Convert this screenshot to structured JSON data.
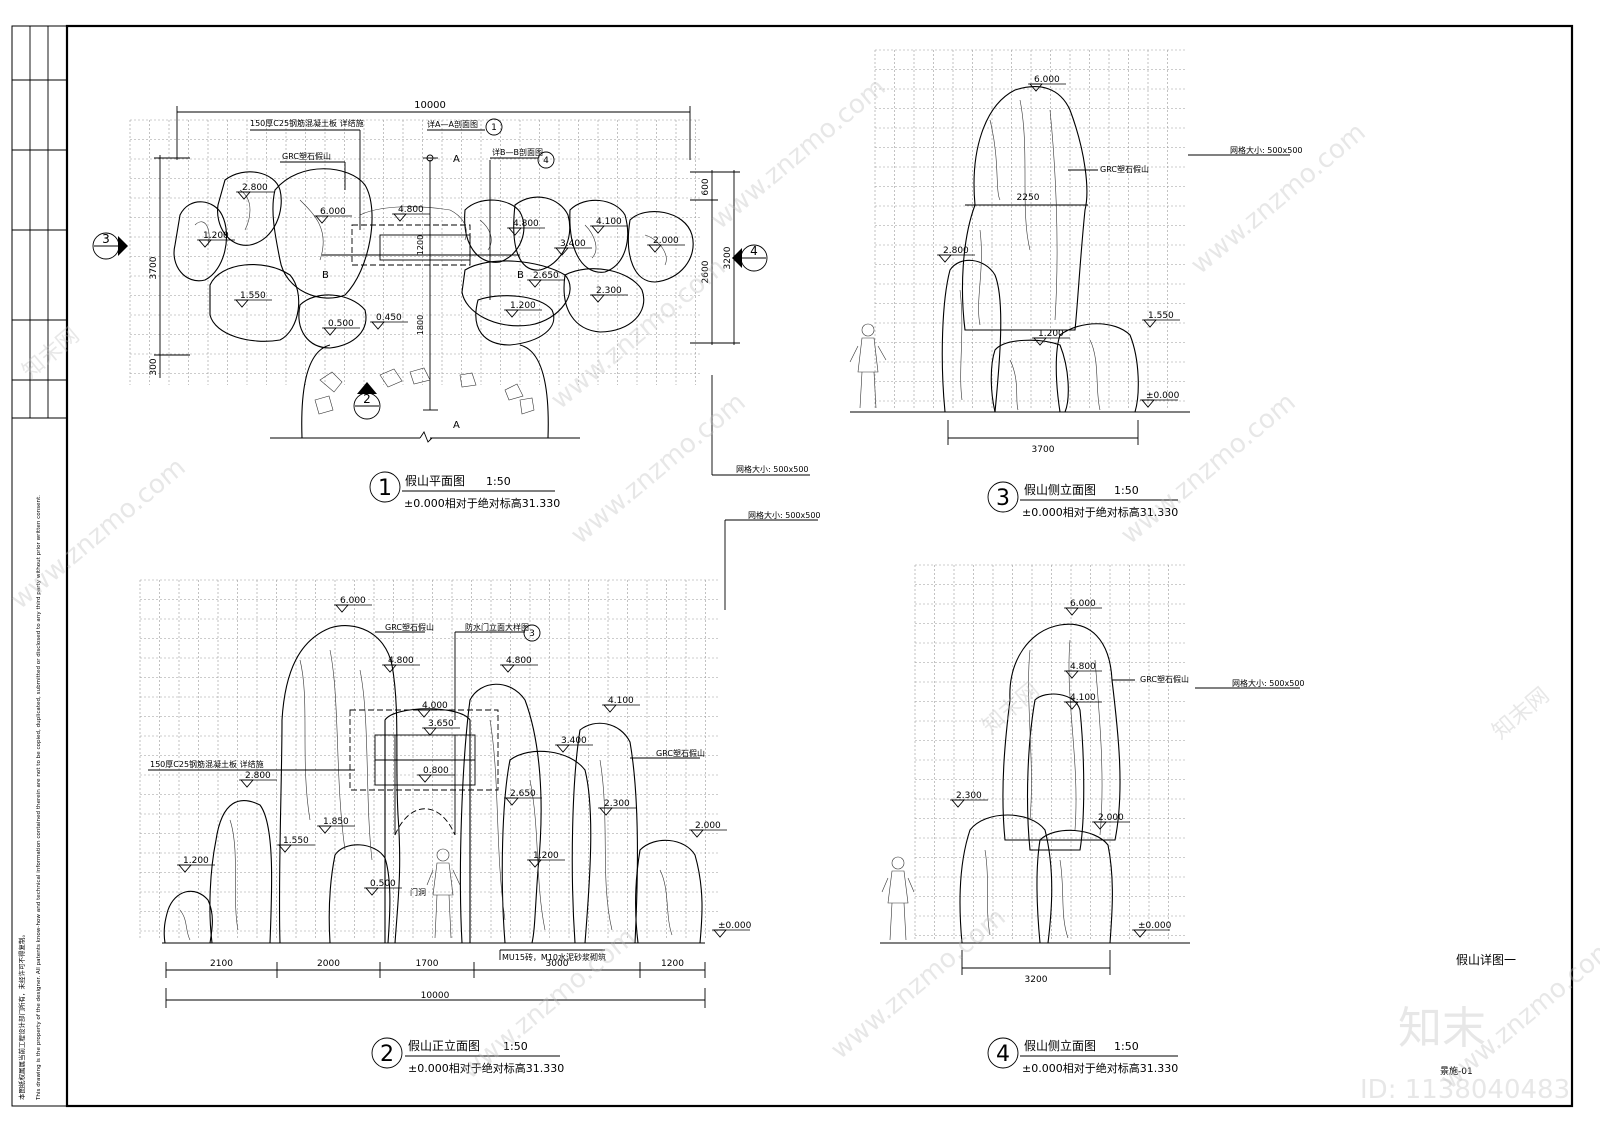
{
  "sheet": {
    "sheet_title": "假山详图一",
    "sheet_number": "景施-01",
    "id_text": "ID: 1138040483",
    "watermark_logo": "知末",
    "watermark_text": "www.znzmo.com",
    "watermark_cn": "知末网",
    "copyright_cn": "本图纸权属属当前工程设计部门所有，未经许可不得复制。",
    "copyright_en": "This drawing is the property of the designer. All patents know-how and technical information contained therein are not to be copied, duplicated, submitted or disclosed to any third party without prior written consent."
  },
  "views": {
    "plan": {
      "number": "1",
      "title": "假山平面图",
      "scale": "1:50",
      "note": "±0.000相对于绝对标高31.330",
      "grid_note": "网格大小: 500x500",
      "dim_total": "10000",
      "dim_left_3700": "3700",
      "dim_left_300": "300",
      "dim_right_600": "600",
      "dim_right_2600": "2600",
      "dim_right_3200": "3200",
      "dim_1200": "1200",
      "dim_1800": "1800",
      "label_slab": "150厚C25钢筋混凝土板 详结施",
      "label_grc": "GRC塑石假山",
      "label_section_a": "详A—A剖面图",
      "label_section_b": "详B—B剖面图",
      "callout_a_num": "1",
      "callout_b_num": "4",
      "sec_a": "A",
      "sec_b": "B",
      "mark_left_num": "3",
      "mark_right_num": "4",
      "mark_bottom_num": "2",
      "levels": [
        "2.800",
        "6.000",
        "4.800",
        "4.800",
        "4.100",
        "1.200",
        "3.400",
        "2.000",
        "2.650",
        "1.550",
        "2.300",
        "1.200",
        "0.500",
        "0.450"
      ]
    },
    "side3": {
      "number": "3",
      "title": "假山侧立面图",
      "scale": "1:50",
      "note": "±0.000相对于绝对标高31.330",
      "grid_note": "网格大小: 500x500",
      "label_grc": "GRC塑石假山",
      "dim_width": "3700",
      "dim_inner": "2250",
      "levels": [
        "6.000",
        "2.800",
        "1.550",
        "1.200",
        "±0.000"
      ]
    },
    "front2": {
      "number": "2",
      "title": "假山正立面图",
      "scale": "1:50",
      "note": "±0.000相对于绝对标高31.330",
      "grid_note": "网格大小: 500x500",
      "label_grc": "GRC塑石假山",
      "label_grc2": "GRC塑石假山",
      "label_slab": "150厚C25钢筋混凝土板 详结施",
      "label_door": "门洞",
      "label_wood": "防水门立面大样图",
      "label_base": "MU15砖，M10水泥砂浆砌筑",
      "dims": [
        "2100",
        "2000",
        "1700",
        "3000",
        "1200"
      ],
      "dim_total": "10000",
      "levels": [
        "6.000",
        "4.800",
        "4.800",
        "4.100",
        "4.000",
        "3.650",
        "3.400",
        "2.800",
        "2.650",
        "2.300",
        "1.850",
        "1.550",
        "1.200",
        "1.200",
        "2.000",
        "0.800",
        "0.500",
        "±0.000"
      ]
    },
    "side4": {
      "number": "4",
      "title": "假山侧立面图",
      "scale": "1:50",
      "note": "±0.000相对于绝对标高31.330",
      "grid_note": "网格大小: 500x500",
      "label_grc": "GRC塑石假山",
      "dim_width": "3200",
      "levels": [
        "6.000",
        "4.800",
        "4.100",
        "2.300",
        "2.000",
        "±0.000"
      ]
    }
  }
}
